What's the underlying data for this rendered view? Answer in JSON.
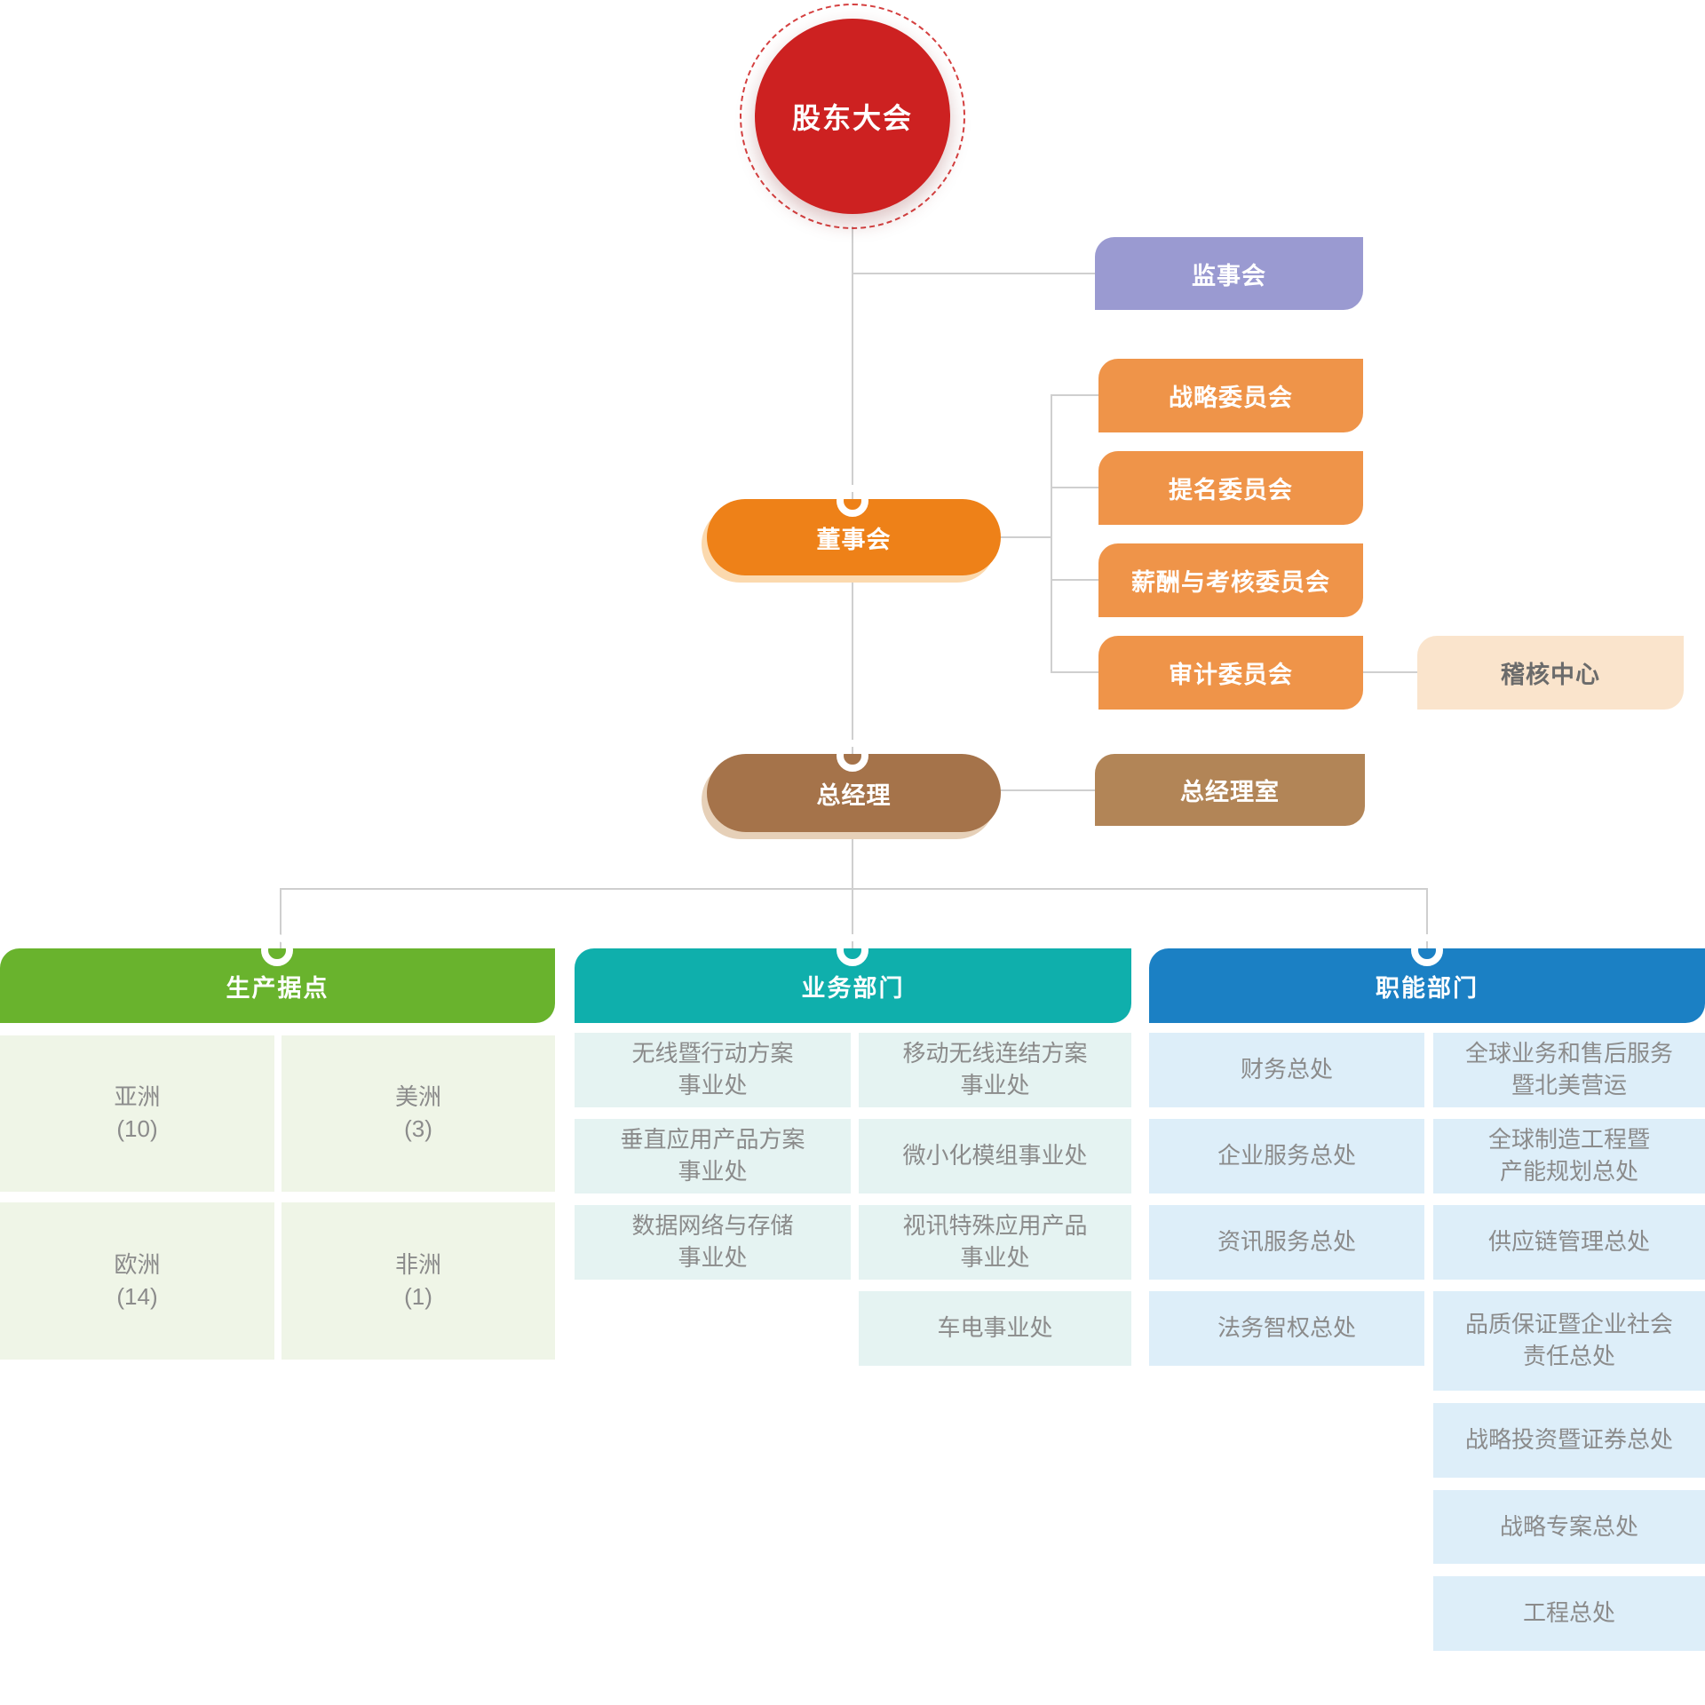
{
  "org": {
    "root": "股东大会",
    "supervisory_board": "监事会",
    "board": "董事会",
    "committees": [
      "战略委员会",
      "提名委员会",
      "薪酬与考核委员会",
      "审计委员会"
    ],
    "audit_center": "稽核中心",
    "general_manager": "总经理",
    "gm_office": "总经理室",
    "production": {
      "title": "生产据点",
      "cells": [
        "亚洲\n(10)",
        "美洲\n(3)",
        "欧洲\n(14)",
        "非洲\n(1)"
      ]
    },
    "business": {
      "title": "业务部门",
      "col1": [
        "无线暨行动方案\n事业处",
        "垂直应用产品方案\n事业处",
        "数据网络与存储\n事业处"
      ],
      "col2": [
        "移动无线连结方案\n事业处",
        "微小化模组事业处",
        "视讯特殊应用产品\n事业处",
        "车电事业处"
      ]
    },
    "functional": {
      "title": "职能部门",
      "col1": [
        "财务总处",
        "企业服务总处",
        "资讯服务总处",
        "法务智权总处"
      ],
      "col2": [
        "全球业务和售后服务\n暨北美营运",
        "全球制造工程暨\n产能规划总处",
        "供应链管理总处",
        "品质保证暨企业社会\n责任总处",
        "战略投资暨证券总处",
        "战略专案总处",
        "工程总处"
      ]
    }
  },
  "colors": {
    "root_red": "#cd2121",
    "supervisory_purple": "#9a9ad1",
    "committee_orange": "#ef9449",
    "board_orange": "#ee8118",
    "audit_center_peach": "#fae4cc",
    "gm_brown": "#a5734a",
    "gm_office_brown": "#b28557",
    "production_green": "#69b32d",
    "business_teal": "#0fafac",
    "functional_blue": "#1b80c4",
    "cell_green_bg": "#eff5e7",
    "cell_teal_bg": "#e5f3f2",
    "cell_blue_bg": "#ddeef9",
    "connector_gray": "#cfcfcf"
  }
}
